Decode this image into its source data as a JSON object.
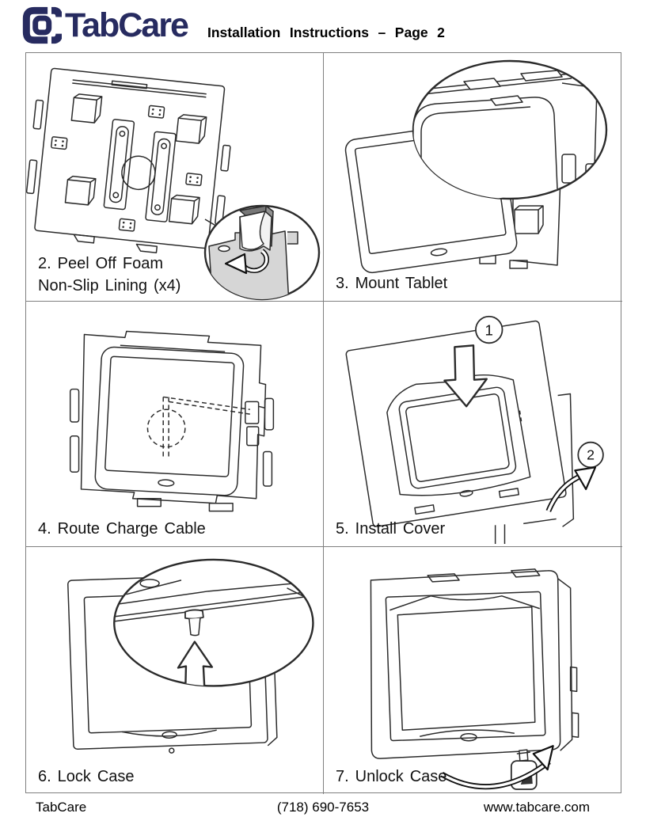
{
  "header": {
    "brand": "TabCare",
    "title": "Installation Instructions – Page 2"
  },
  "panels": {
    "peel": {
      "line1": "2. Peel Off Foam",
      "line2": "Non-Slip Lining (x4)"
    },
    "mount": {
      "caption": "3. Mount Tablet"
    },
    "route": {
      "caption": "4. Route Charge Cable"
    },
    "cover": {
      "caption": "5. Install Cover",
      "marker1": "1",
      "marker2": "2"
    },
    "lock": {
      "caption": "6. Lock Case"
    },
    "unlock": {
      "caption": "7. Unlock Case"
    }
  },
  "footer": {
    "company": "TabCare",
    "phone": "(718) 690-7653",
    "website": "www.tabcare.com"
  },
  "colors": {
    "brand_navy": "#272b60",
    "grid_line": "#7f7f7f",
    "ink": "#2b2b2b",
    "shade_light": "#d6d6d6",
    "shade_dark": "#7a7a7a"
  }
}
